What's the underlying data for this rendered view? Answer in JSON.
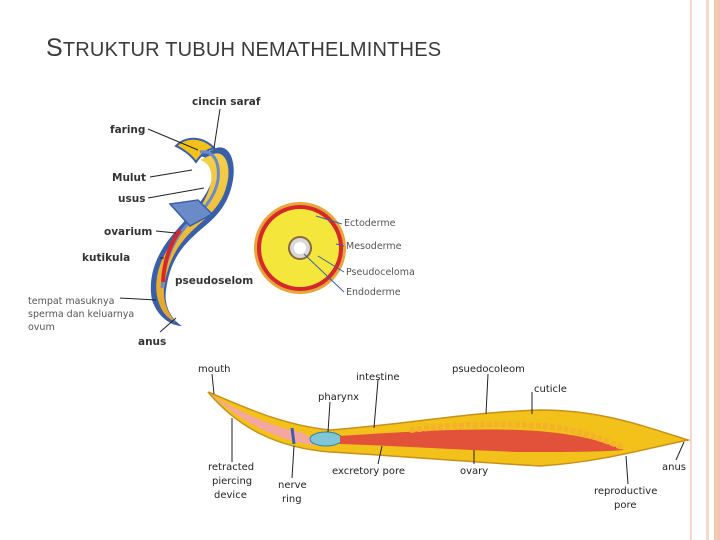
{
  "title": "STRUKTUR TUBUH NEMATHELMINTHES",
  "diagram1": {
    "cincin_saraf": "cincin saraf",
    "faring": "faring",
    "mulut": "Mulut",
    "usus": "usus",
    "ovarium": "ovarium",
    "kutikula": "kutikula",
    "pseudoselom": "pseudoselom",
    "tempat_1": "tempat masuknya",
    "tempat_2": "sperma dan keluarnya",
    "tempat_3": "ovum",
    "anus": "anus"
  },
  "diagram2": {
    "ectoderme": "Ectoderme",
    "mesoderme": "Mesoderme",
    "pseudoceloma": "Pseudoceloma",
    "endoderme": "Endoderme"
  },
  "diagram3": {
    "mouth": "mouth",
    "intestine": "intestine",
    "psuedocoleom": "psuedocoleom",
    "cuticle": "cuticle",
    "pharynx": "pharynx",
    "retracted_1": "retracted",
    "retracted_2": "piercing",
    "retracted_3": "device",
    "nerve_1": "nerve",
    "nerve_2": "ring",
    "excretory": "excretory pore",
    "ovary": "ovary",
    "anus": "anus",
    "repro_1": "reproductive",
    "repro_2": "pore"
  },
  "colors": {
    "border_outer": "#f3c6b3",
    "border_inner": "#f7d9cb",
    "worm_yellow": "#f2c21a",
    "worm_orange": "#e8a53a",
    "cuticle_blue": "#3a5fa8",
    "mesoderm_red": "#d62828",
    "worm_pink": "#f3a7a0",
    "intestine_red": "#e2513a"
  }
}
